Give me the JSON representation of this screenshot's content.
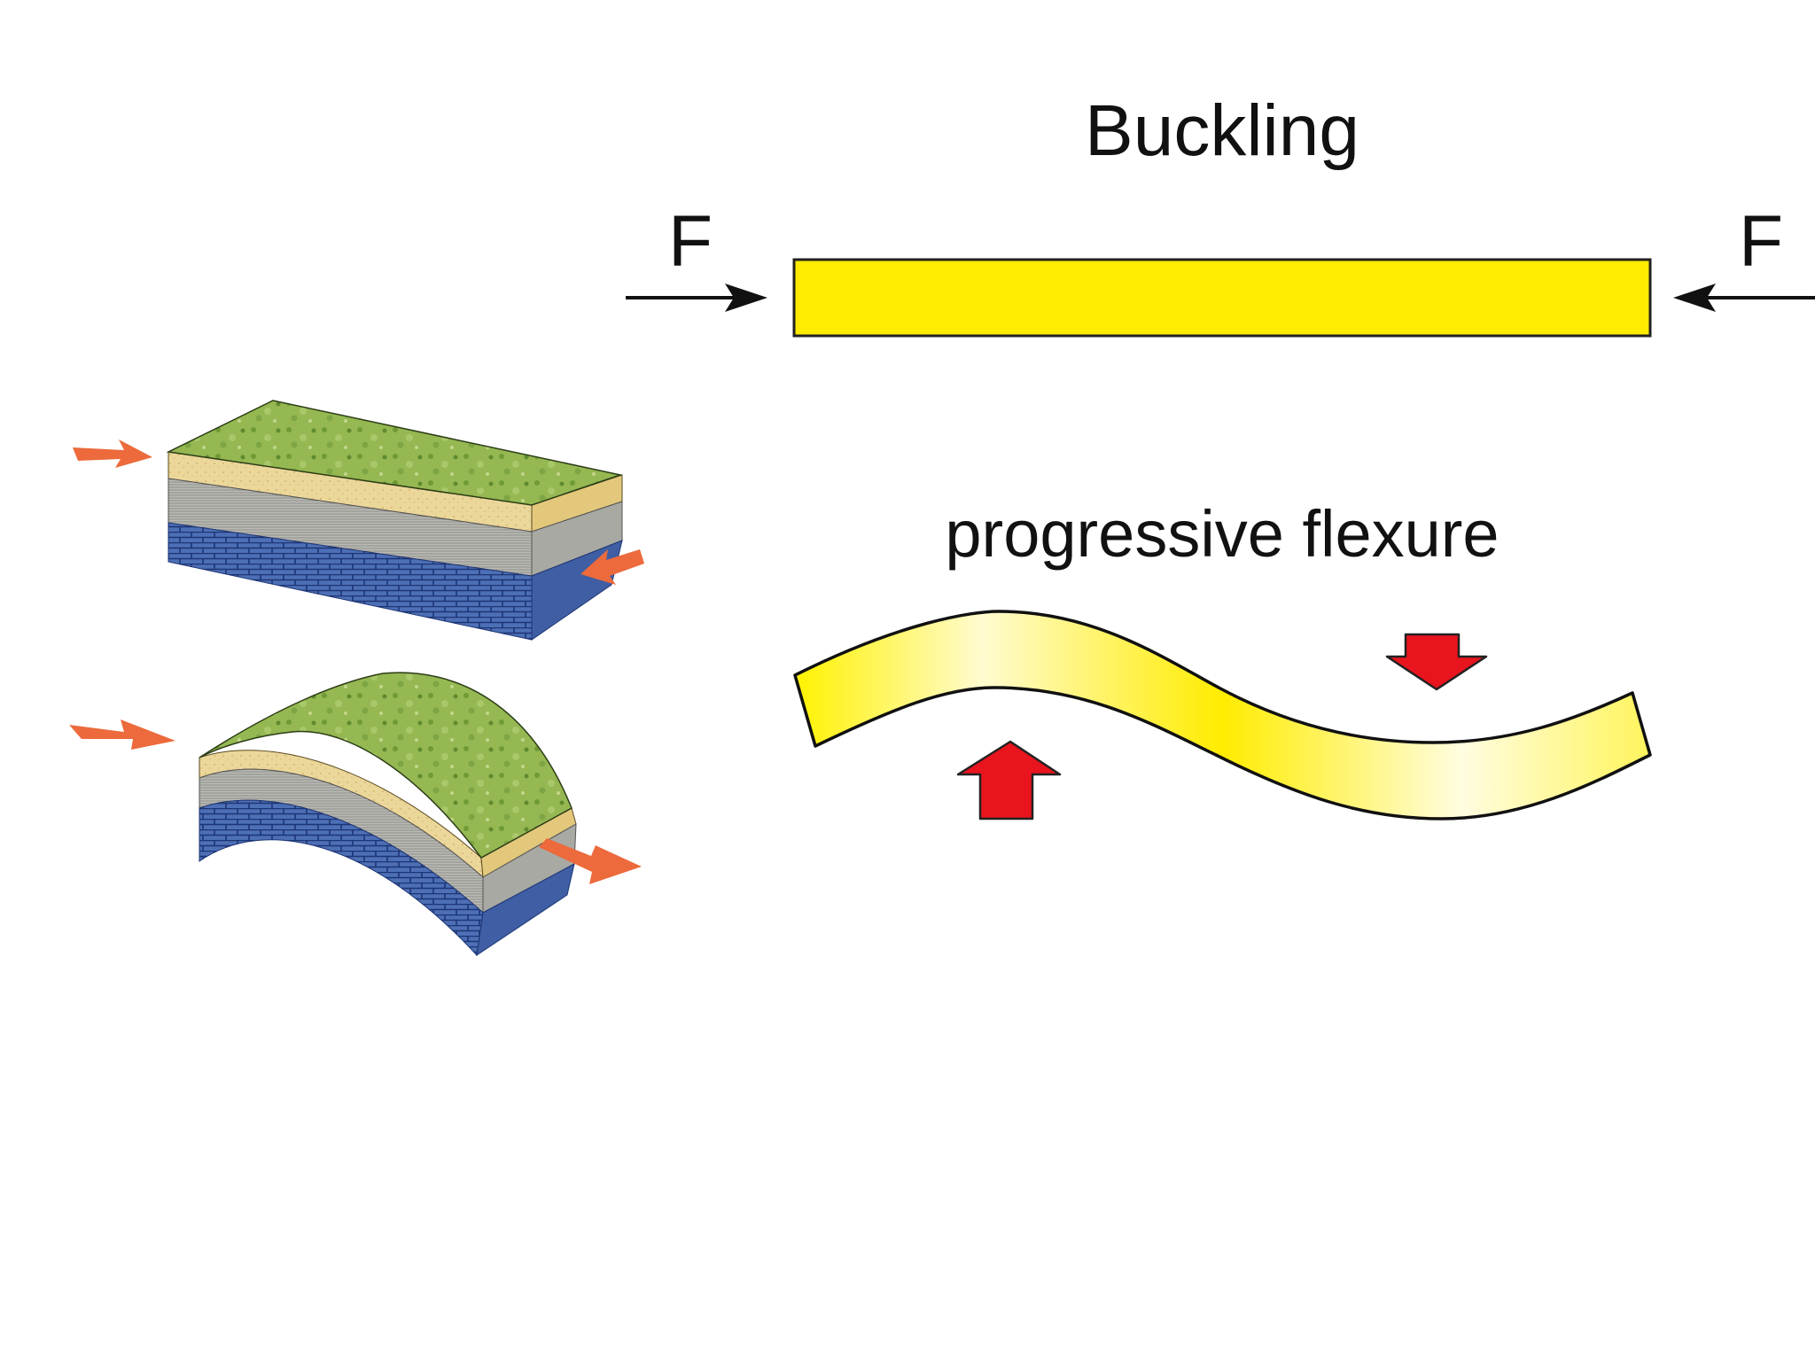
{
  "diagram": {
    "title": "Buckling",
    "force_left_label": "F",
    "force_right_label": "F",
    "flexure_label": "progressive flexure"
  },
  "colors": {
    "background": "#ffffff",
    "beam_fill": "#ffec00",
    "beam_stroke": "#222222",
    "force_arrow": "#111111",
    "push_arrow_red": "#e8141e",
    "orange_arrow": "#ec6a3c",
    "grass_top": "#8bb04a",
    "sand_layer": "#ecd79a",
    "shale_layer": "#b7b7b3",
    "limestone_layer": "#4d6fb6"
  },
  "icons": {
    "block_flat": "flat-rock-layers-block",
    "block_folded": "folded-anticline-block",
    "compression_arrow": "orange-compression-arrow",
    "force_arrow": "black-force-arrow",
    "push_arrow": "red-block-arrow"
  }
}
